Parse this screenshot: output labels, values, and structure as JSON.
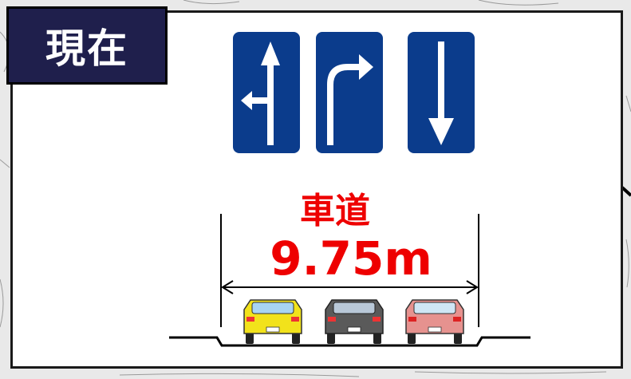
{
  "badge": {
    "label": "現在"
  },
  "signs": [
    {
      "icon": "straight-and-left-turn-arrow-icon",
      "color": "#0b3c8c"
    },
    {
      "icon": "right-turn-arrow-icon",
      "color": "#0b3c8c"
    },
    {
      "icon": "downward-arrow-icon",
      "color": "#0b3c8c"
    }
  ],
  "roadway": {
    "label": "車道",
    "width": "9.75m",
    "label_color": "#ee0000"
  },
  "cars": [
    {
      "icon": "car-rear-icon",
      "color": "#f2e21b"
    },
    {
      "icon": "car-rear-icon",
      "color": "#5a5a5a"
    },
    {
      "icon": "car-rear-icon",
      "color": "#e6928f"
    }
  ]
}
